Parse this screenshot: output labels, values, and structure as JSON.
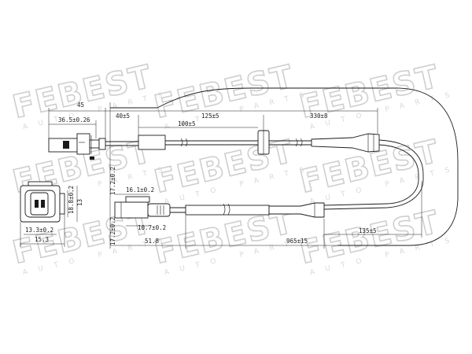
{
  "watermark": {
    "brand": "FEBEST",
    "sub": "AUTO PARTS"
  },
  "colors": {
    "line": "#1a1a1a",
    "watermark": "#cfcfcf",
    "background": "#ffffff"
  },
  "dims": {
    "top_45": "45",
    "top_36_5": "36.5±0.2",
    "top_6": "6",
    "top_40": "40±5",
    "top_125": "125±5",
    "top_330": "330±8",
    "top_100": "100±5",
    "side_18": "18.8±0.2",
    "side_13": "13",
    "bot_13_3": "13.3±0.2",
    "bot_15_3": "15.3",
    "mid_16_1": "16.1±0.2",
    "mid_10_7": "10.7±0.2",
    "vert_17_2a": "17.2±0.2",
    "vert_17_2b": "17.2±0.2",
    "len_51_8": "51.8",
    "len_965": "965±15",
    "len_135": "135±5"
  }
}
